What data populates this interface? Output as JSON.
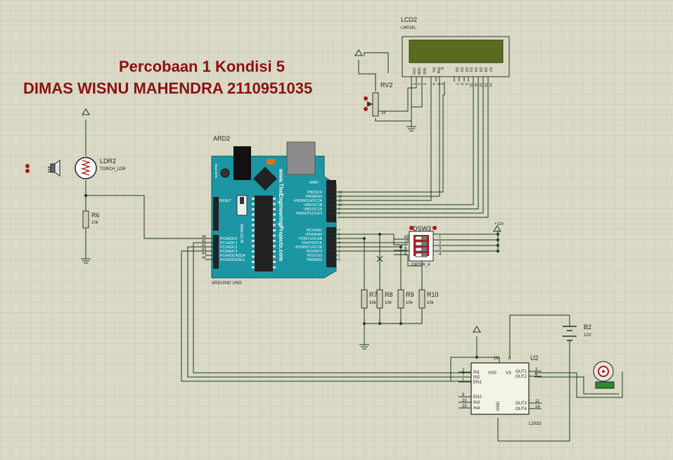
{
  "title": {
    "line1": "Percobaan 1 Kondisi 5",
    "line2": "DIMAS WISNU MAHENDRA 2110951035"
  },
  "colors": {
    "background": "#d9d9c6",
    "grid": "#c6c6b2",
    "wire": "#1c3a1c",
    "title": "#8b1010",
    "board": "#1c96a3",
    "resistor": "#cfcdb8",
    "lcd_screen": "#596a1e",
    "chip": "#f4f4e6"
  },
  "lcd": {
    "ref": "LCD2",
    "part": "LM016L",
    "pins": [
      "VSS",
      "VDD",
      "VEE",
      "RS",
      "RW",
      "E",
      "D0",
      "D1",
      "D2",
      "D3",
      "D4",
      "D5",
      "D6",
      "D7"
    ],
    "pin_numbers": [
      "1",
      "2",
      "3",
      "4",
      "5",
      "6",
      "7",
      "8",
      "9",
      "10",
      "11",
      "12",
      "13",
      "14"
    ]
  },
  "rv2": {
    "ref": "RV2",
    "value": "1k"
  },
  "ldr": {
    "ref": "LDR2",
    "part": "TORCH_LDR",
    "icon": "light-source-icon"
  },
  "r6": {
    "ref": "R6",
    "value": "10k"
  },
  "arduino": {
    "ref": "ARD2",
    "part": "ARDUINO UNO",
    "brand": "www.TheEngineeringProjects.com",
    "reset_btn": "Reset BTN",
    "reset_label": "RESET",
    "analog_in": "ANALOG IN",
    "aref": "AREF",
    "digital_top": [
      "PB5/SCK",
      "PB4/MISO",
      "~PB3/MOSI/OC2A",
      "~PB2/OC1B",
      "~PB1/OC1A",
      "PB0/ICP1/CLKO"
    ],
    "digital_top_nums": [
      "13",
      "12",
      "11",
      "10",
      "9",
      "8"
    ],
    "digital_bottom": [
      "PD7/AIN1",
      "~PD6/AIN0",
      "~PD5/T1/OC0B",
      "PD4/T0/XCK",
      "~PD3/INT1/OC2B",
      "PD2/INT0",
      "PD1/TXD",
      "PD0/RXD"
    ],
    "digital_bottom_nums": [
      "7",
      "6",
      "5",
      "4",
      "3",
      "2",
      "1",
      "0"
    ],
    "analog": [
      "PC0/ADC0",
      "PC1/ADC1",
      "PC2/ADC2",
      "PC3/ADC3",
      "PC4/ADC4/SDA",
      "PC5/ADC5/SCL"
    ],
    "analog_nums": [
      "A0",
      "A1",
      "A2",
      "A3",
      "A4",
      "A5"
    ]
  },
  "dsw": {
    "ref": "DSW3",
    "part": "DIPSW_4",
    "on": "ON",
    "left_nums": [
      "8",
      "7",
      "6",
      "5"
    ],
    "right_nums": [
      "1",
      "2",
      "3",
      "4"
    ]
  },
  "supply": {
    "label": "+12v"
  },
  "resistors": [
    {
      "ref": "R7",
      "value": "10k"
    },
    {
      "ref": "R8",
      "value": "10k"
    },
    {
      "ref": "R9",
      "value": "10k"
    },
    {
      "ref": "R10",
      "value": "10k"
    }
  ],
  "battery": {
    "ref": "B2",
    "value": "12V"
  },
  "driver": {
    "ref": "U2",
    "part": "L293D",
    "left_pins": [
      {
        "num": "2",
        "name": "IN1"
      },
      {
        "num": "7",
        "name": "IN2"
      },
      {
        "num": "1",
        "name": "EN1"
      },
      {
        "num": "9",
        "name": "EN2"
      },
      {
        "num": "10",
        "name": "IN3"
      },
      {
        "num": "15",
        "name": "IN4"
      }
    ],
    "right_pins": [
      {
        "num": "3",
        "name": "OUT1"
      },
      {
        "num": "6",
        "name": "OUT2"
      },
      {
        "num": "11",
        "name": "OUT3"
      },
      {
        "num": "14",
        "name": "OUT4"
      }
    ],
    "top_pins": [
      {
        "num": "16",
        "name": "VSS"
      },
      {
        "num": "8",
        "name": "VS"
      }
    ],
    "bottom_pin": {
      "name": "GND"
    }
  },
  "motor": {
    "icon": "dc-motor-icon"
  }
}
